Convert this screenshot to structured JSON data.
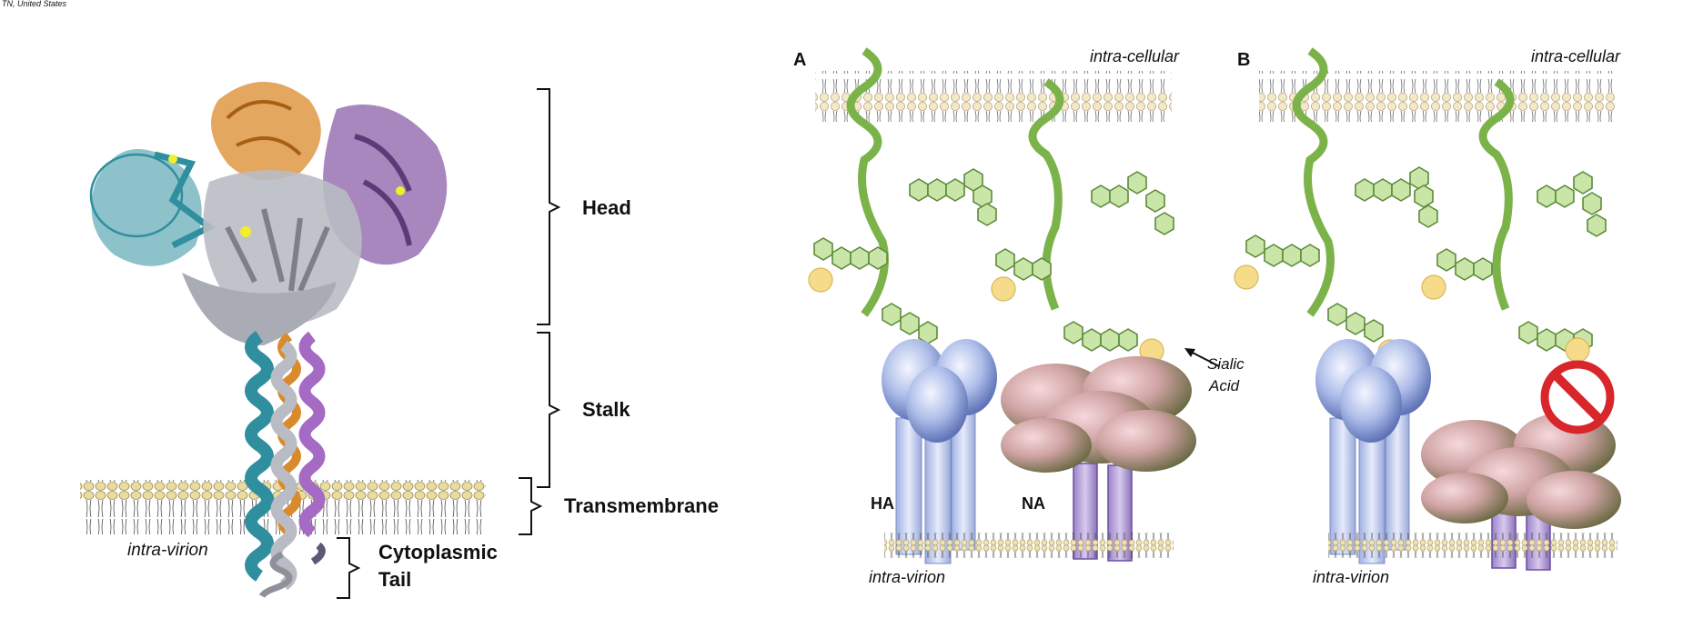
{
  "header_fragment": "TN, United States",
  "left_panel": {
    "brackets": {
      "head": "Head",
      "stalk": "Stalk",
      "transmembrane": "Transmembrane",
      "tail_line1": "Cytoplasmic",
      "tail_line2": "Tail"
    },
    "intra_virion": "intra-virion"
  },
  "panel_a": {
    "letter": "A",
    "intra_cellular": "intra-cellular",
    "intra_virion": "intra-virion",
    "ha_label": "HA",
    "na_label": "NA",
    "sialic_line1": "Sialic",
    "sialic_line2": "Acid"
  },
  "panel_b": {
    "letter": "B",
    "intra_cellular": "intra-cellular",
    "intra_virion": "intra-virion"
  },
  "colors": {
    "teal": "#2f8f9e",
    "orange": "#d98a2b",
    "purple": "#8a5fa8",
    "grey": "#b9bcc4",
    "glycan_green": "#c9e6a8",
    "glycan_stroke": "#5d8a3a",
    "chain_green": "#7bb34a",
    "sialic_yellow": "#f6dc8a",
    "ha_blue": "#b9c6ec",
    "prohibit_red": "#d8262b"
  }
}
